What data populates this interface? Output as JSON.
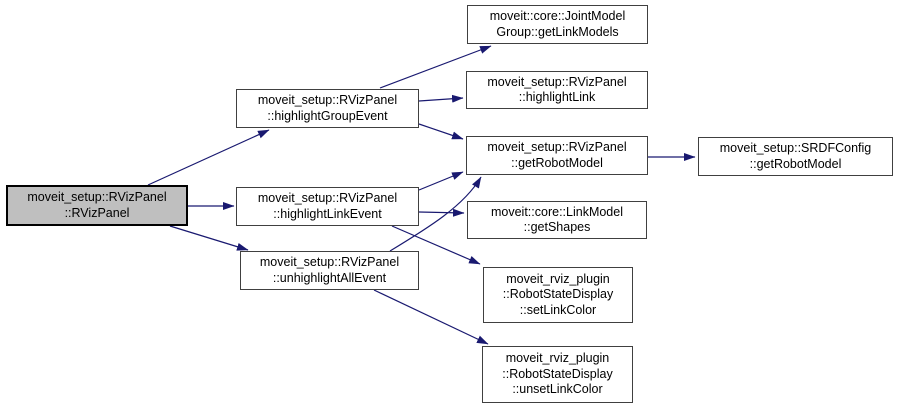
{
  "diagram": {
    "type": "call-graph",
    "background_color": "#ffffff",
    "edge_color": "#191970",
    "node_border_color": "#404040",
    "node_fill": "#ffffff",
    "highlighted_node_fill": "#bfbfbf",
    "nodes": [
      {
        "id": "rvizpanel-constructor",
        "highlighted": true,
        "lines": [
          "moveit_setup::RVizPanel",
          "::RVizPanel"
        ]
      },
      {
        "id": "highlight-group-event",
        "highlighted": false,
        "lines": [
          "moveit_setup::RVizPanel",
          "::highlightGroupEvent"
        ]
      },
      {
        "id": "highlight-link-event",
        "highlighted": false,
        "lines": [
          "moveit_setup::RVizPanel",
          "::highlightLinkEvent"
        ]
      },
      {
        "id": "unhighlight-all-event",
        "highlighted": false,
        "lines": [
          "moveit_setup::RVizPanel",
          "::unhighlightAllEvent"
        ]
      },
      {
        "id": "joint-model-group-get-link-models",
        "highlighted": false,
        "lines": [
          "moveit::core::JointModel",
          "Group::getLinkModels"
        ]
      },
      {
        "id": "highlight-link",
        "highlighted": false,
        "lines": [
          "moveit_setup::RVizPanel",
          "::highlightLink"
        ]
      },
      {
        "id": "get-robot-model",
        "highlighted": false,
        "lines": [
          "moveit_setup::RVizPanel",
          "::getRobotModel"
        ]
      },
      {
        "id": "link-model-get-shapes",
        "highlighted": false,
        "lines": [
          "moveit::core::LinkModel",
          "::getShapes"
        ]
      },
      {
        "id": "robot-state-display-set-link-color",
        "highlighted": false,
        "lines": [
          "moveit_rviz_plugin",
          "::RobotStateDisplay",
          "::setLinkColor"
        ]
      },
      {
        "id": "robot-state-display-unset-link-color",
        "highlighted": false,
        "lines": [
          "moveit_rviz_plugin",
          "::RobotStateDisplay",
          "::unsetLinkColor"
        ]
      },
      {
        "id": "srdf-config-get-robot-model",
        "highlighted": false,
        "lines": [
          "moveit_setup::SRDFConfig",
          "::getRobotModel"
        ]
      }
    ],
    "edges": [
      {
        "from": "rvizpanel-constructor",
        "to": "highlight-group-event"
      },
      {
        "from": "rvizpanel-constructor",
        "to": "highlight-link-event"
      },
      {
        "from": "rvizpanel-constructor",
        "to": "unhighlight-all-event"
      },
      {
        "from": "highlight-group-event",
        "to": "joint-model-group-get-link-models"
      },
      {
        "from": "highlight-group-event",
        "to": "highlight-link"
      },
      {
        "from": "highlight-group-event",
        "to": "get-robot-model"
      },
      {
        "from": "highlight-link-event",
        "to": "get-robot-model"
      },
      {
        "from": "highlight-link-event",
        "to": "link-model-get-shapes"
      },
      {
        "from": "highlight-link-event",
        "to": "robot-state-display-set-link-color"
      },
      {
        "from": "unhighlight-all-event",
        "to": "get-robot-model"
      },
      {
        "from": "unhighlight-all-event",
        "to": "robot-state-display-unset-link-color"
      },
      {
        "from": "get-robot-model",
        "to": "srdf-config-get-robot-model"
      }
    ]
  }
}
